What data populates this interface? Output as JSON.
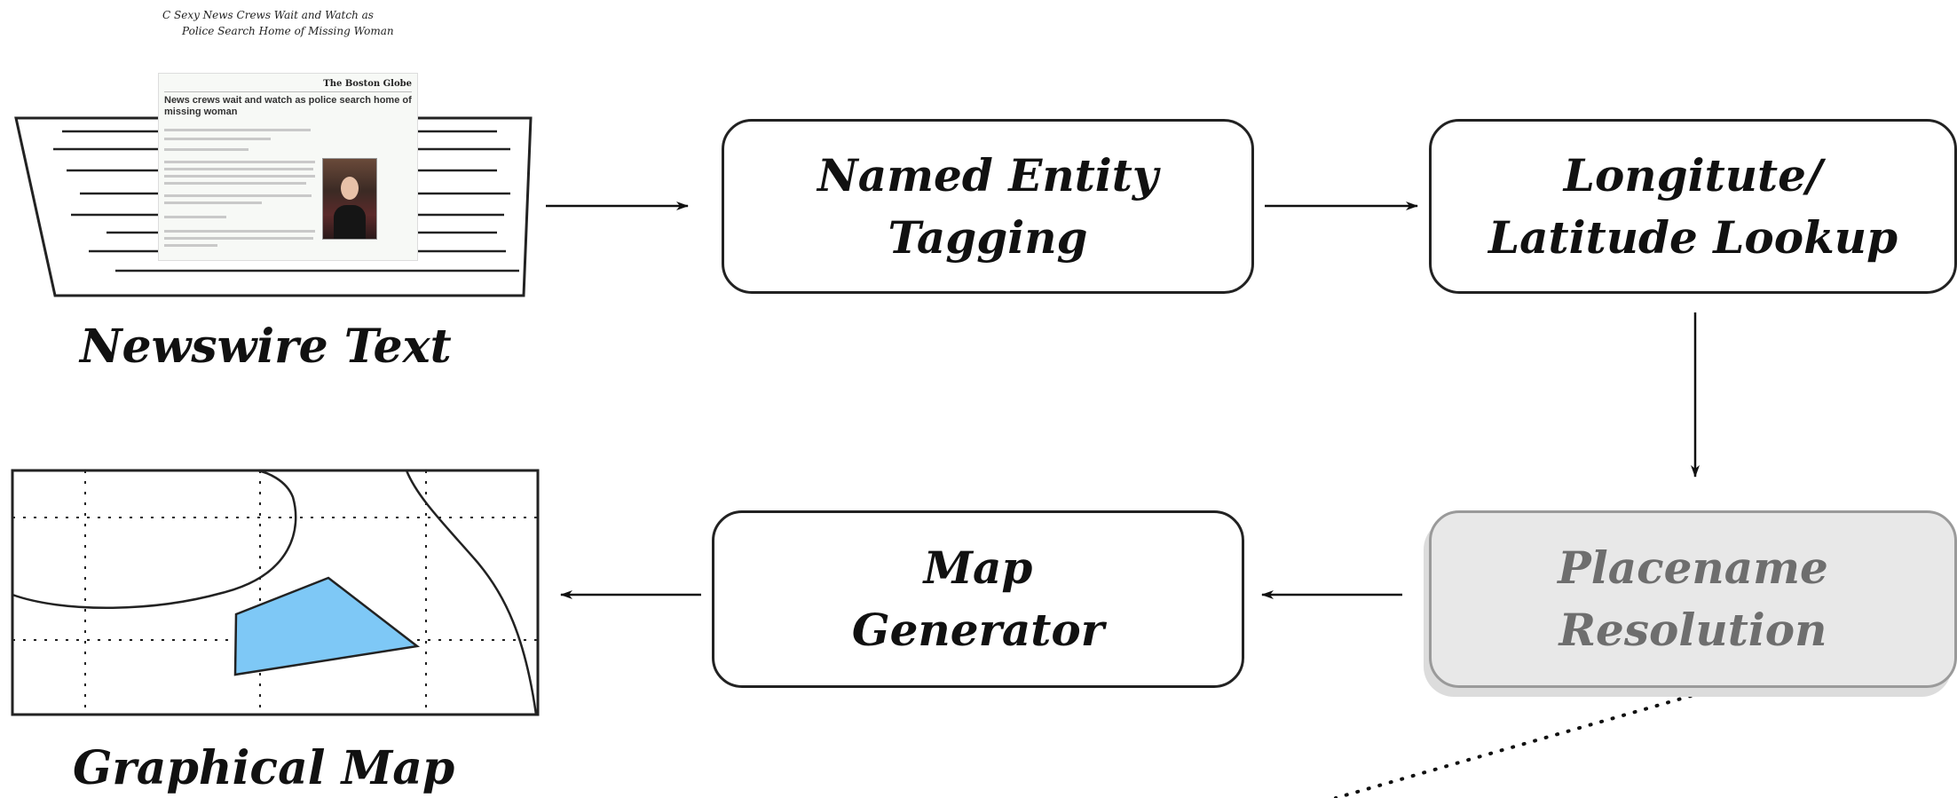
{
  "nodes": {
    "newswire": {
      "caption": "Newswire Text"
    },
    "ner": {
      "line1": "Named Entity",
      "line2": "Tagging"
    },
    "lookup": {
      "line1": "Longitute/",
      "line2": "Latitude Lookup"
    },
    "resolution": {
      "line1": "Placename",
      "line2": "Resolution"
    },
    "mapgen": {
      "line1": "Map",
      "line2": "Generator"
    },
    "map": {
      "caption": "Graphical Map"
    }
  },
  "article": {
    "headline_line1": "C   Sexy News Crews Wait and Watch as",
    "headline_line2": "Police Search Home of Missing Woman",
    "paper_name": "The Boston Globe",
    "doc_headline": "News crews wait and watch as police search home of missing woman"
  },
  "colors": {
    "region_fill": "#7ec8f6",
    "resolution_fill": "#e8e8e8",
    "resolution_text": "#6e6e6e"
  },
  "edges": [
    {
      "from": "newswire",
      "to": "ner",
      "style": "solid"
    },
    {
      "from": "ner",
      "to": "lookup",
      "style": "solid"
    },
    {
      "from": "lookup",
      "to": "resolution",
      "style": "solid"
    },
    {
      "from": "resolution",
      "to": "mapgen",
      "style": "solid"
    },
    {
      "from": "mapgen",
      "to": "map",
      "style": "solid"
    },
    {
      "from": "resolution",
      "to": "offscreen",
      "style": "dotted"
    }
  ]
}
